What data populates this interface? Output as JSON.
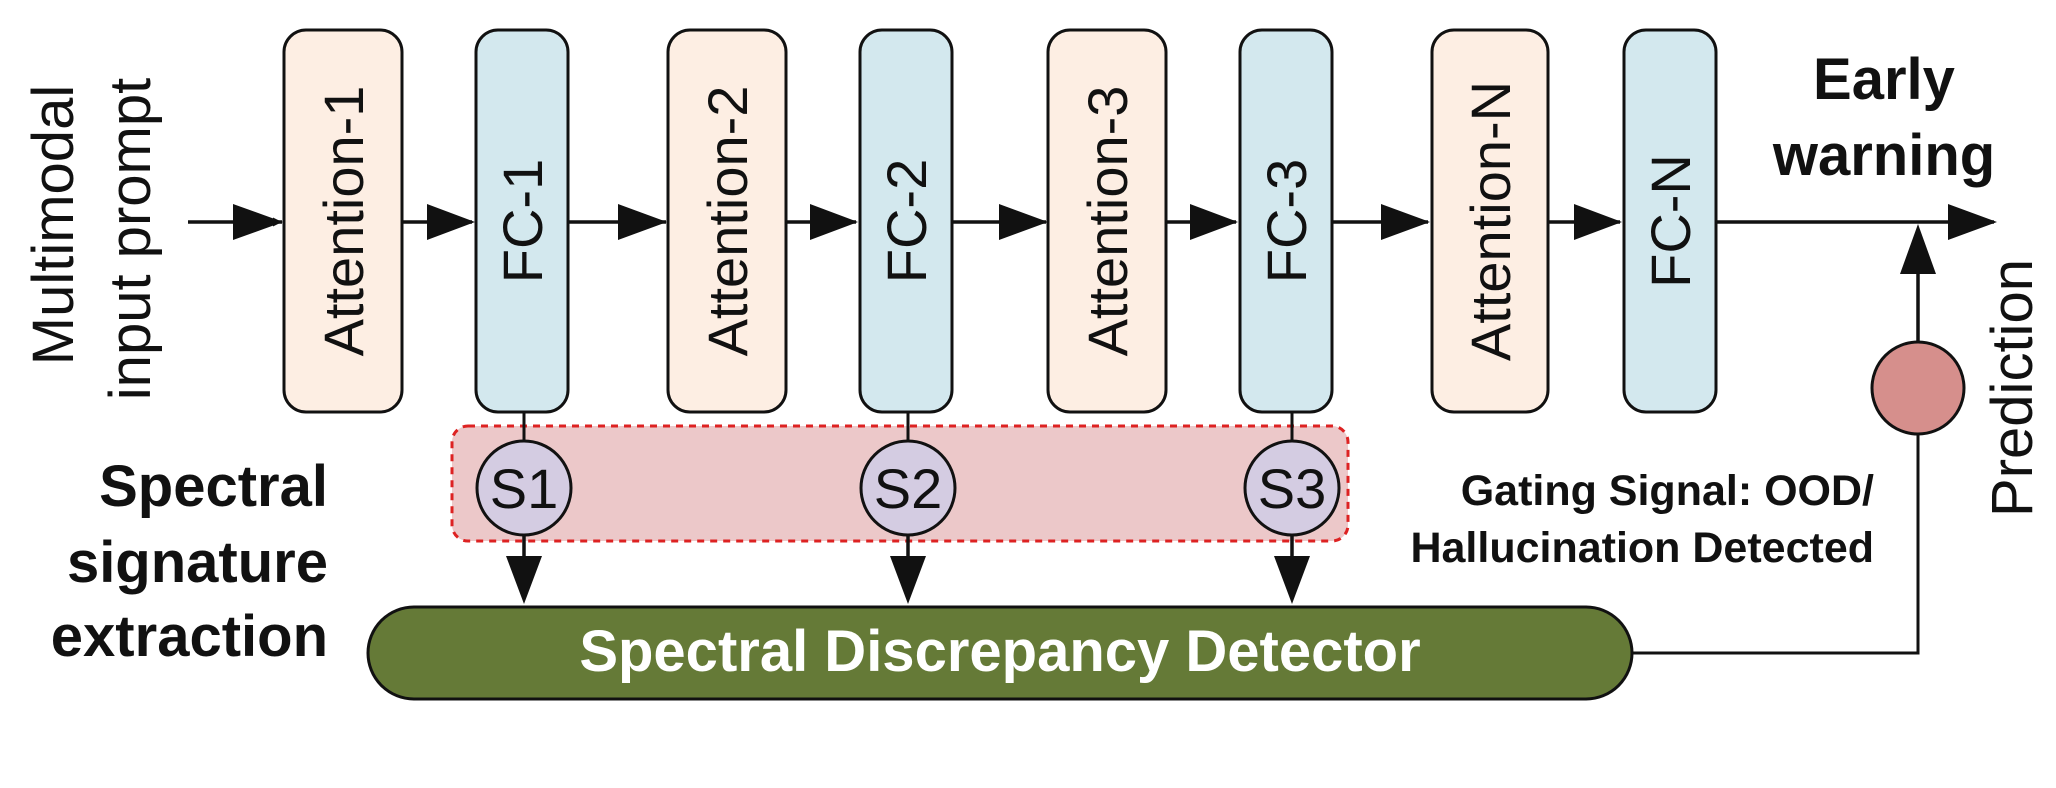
{
  "colors": {
    "attention_fill": "#fdeee3",
    "fc_fill": "#d3e8ee",
    "signature_fill": "#d4cce2",
    "signature_band": "#ecc8c9",
    "signature_band_border": "#dd2222",
    "detector_fill": "#657a37",
    "gate_fill": "#d68f8c",
    "stroke": "#111111"
  },
  "input_label": [
    "Multimodal",
    "input prompt"
  ],
  "blocks": [
    {
      "label": "Attention-1",
      "kind": "attention"
    },
    {
      "label": "FC-1",
      "kind": "fc"
    },
    {
      "label": "Attention-2",
      "kind": "attention"
    },
    {
      "label": "FC-2",
      "kind": "fc"
    },
    {
      "label": "Attention-3",
      "kind": "attention"
    },
    {
      "label": "FC-3",
      "kind": "fc"
    },
    {
      "label": "Attention-N",
      "kind": "attention"
    },
    {
      "label": "FC-N",
      "kind": "fc"
    }
  ],
  "signatures": [
    "S1",
    "S2",
    "S3"
  ],
  "section_label": [
    "Spectral",
    "signature",
    "extraction"
  ],
  "detector_label": "Spectral Discrepancy Detector",
  "gating_label": [
    "Gating Signal: OOD/",
    "Hallucination Detected"
  ],
  "early_warning": [
    "Early",
    "warning"
  ],
  "output_label": "Prediction"
}
